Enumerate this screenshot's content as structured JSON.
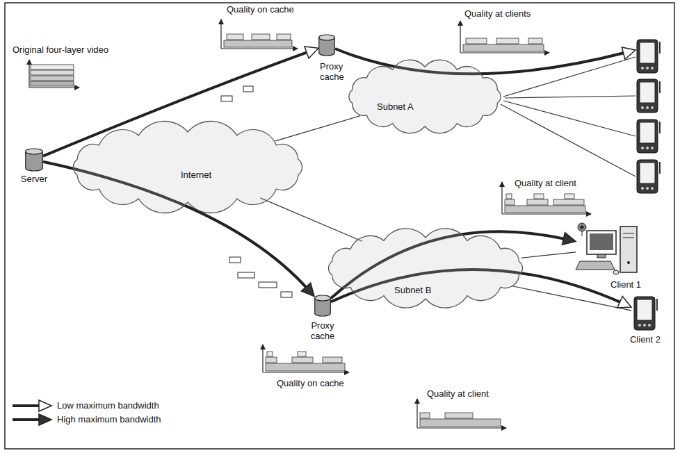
{
  "diagram": {
    "nodes": [
      {
        "text": [
          "Server"
        ]
      },
      {
        "text": [
          "Internet"
        ]
      },
      {
        "text": [
          "Proxy cache"
        ]
      },
      {
        "text": [
          "Subnet A"
        ]
      },
      {
        "text": [
          "Proxy cache"
        ]
      },
      {
        "text": [
          "Subnet B"
        ]
      },
      {
        "text": [
          "Client 1"
        ]
      },
      {
        "text": [
          "Client 2"
        ]
      }
    ],
    "edges": [
      {
        "from": 0,
        "to": 2,
        "arrow": "to"
      },
      {
        "from": 0,
        "to": 4,
        "arrow": "to"
      },
      {
        "from": 4,
        "to": 6,
        "arrow": "to"
      },
      {
        "from": 4,
        "to": 7,
        "arrow": "to"
      },
      {
        "from": 1,
        "to": 3,
        "arrow": "none"
      },
      {
        "from": 1,
        "to": 5,
        "arrow": "none"
      },
      {
        "from": 5,
        "to": 6,
        "arrow": "none"
      },
      {
        "from": 5,
        "to": 7,
        "arrow": "none"
      }
    ],
    "labels": [
      "Original four-layer video",
      "Quality on cache",
      "Quality at clients",
      "Quality at client",
      "Quality on cache",
      "Quality at client"
    ],
    "legend": [
      {
        "text": "Low maximum bandwidth"
      },
      {
        "text": "High maximum bandwidth"
      }
    ]
  }
}
